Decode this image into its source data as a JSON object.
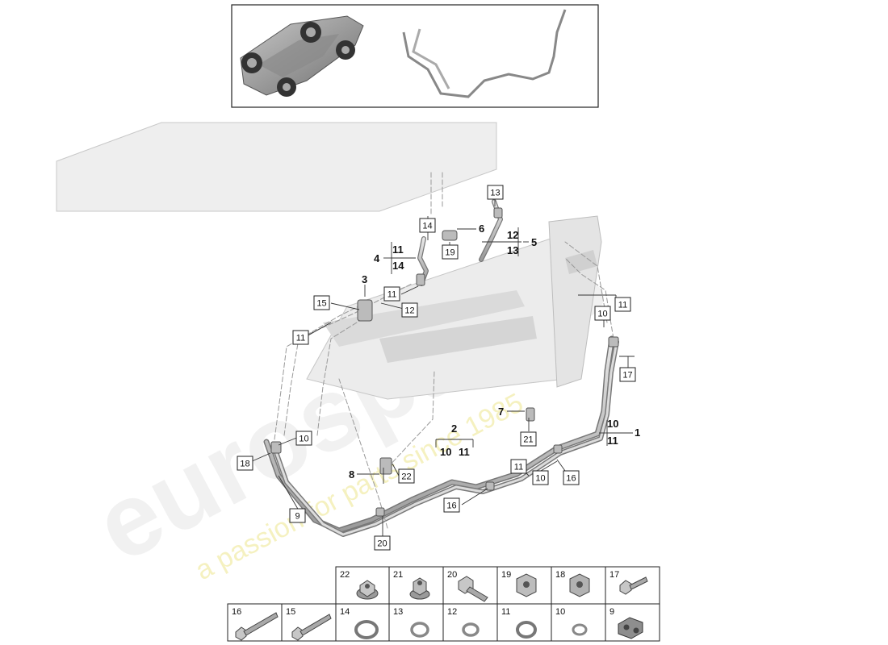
{
  "watermark": {
    "brand": "eurospares",
    "tagline": "a passion for parts since 1985"
  },
  "boxed_labels": [
    "13",
    "14",
    "19",
    "15",
    "11",
    "12",
    "11",
    "10",
    "11",
    "17",
    "10",
    "18",
    "9",
    "22",
    "20",
    "16",
    "11",
    "10",
    "16",
    "21"
  ],
  "callouts": {
    "c6": "6",
    "c5": "5",
    "c5a": "12",
    "c5b": "13",
    "c4": "4",
    "c4a": "11",
    "c4b": "14",
    "c3": "3",
    "c7": "7",
    "c8": "8",
    "c2": "2",
    "c2a": "10",
    "c2b": "11",
    "c1": "1",
    "c1a": "10",
    "c1b": "11"
  },
  "parts_table": {
    "row1": [
      "22",
      "21",
      "20",
      "19",
      "18",
      "17"
    ],
    "row2": [
      "16",
      "15",
      "14",
      "13",
      "12",
      "11",
      "10",
      "9"
    ]
  }
}
